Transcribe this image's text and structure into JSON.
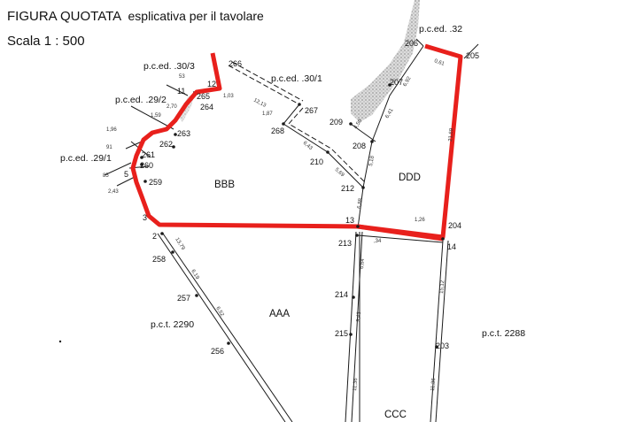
{
  "header": {
    "title_main": "FIGURA QUOTATA",
    "title_sub": "esplicativa per il tavolare",
    "scale": "Scala 1 : 500"
  },
  "parcels": {
    "ped_32": "p.c.ed. .32",
    "ped_30_3": "p.c.ed. .30/3",
    "ped_30_1": "p.c.ed. .30/1",
    "ped_29_2": "p.c.ed. .29/2",
    "ped_29_1": "p.c.ed. .29/1",
    "pct_2290": "p.c.t. 2290",
    "pct_2288": "p.c.t. 2288"
  },
  "zones": {
    "aaa": "AAA",
    "bbb": "BBB",
    "ccc": "CCC",
    "ddd": "DDD"
  },
  "points": {
    "p266": "266",
    "p12": "12",
    "p11": "11",
    "p265": "265",
    "p264": "264",
    "p263": "263",
    "p262": "262",
    "p261": "261",
    "p260": "260",
    "p5": "5",
    "p259": "259",
    "p3": "3",
    "p2": "2",
    "p258": "258",
    "p257": "257",
    "p256": "256",
    "p267": "267",
    "p268": "268",
    "p210": "210",
    "p212": "212",
    "p209": "209",
    "p208": "208",
    "p207": "207",
    "p206": "206",
    "p205": "205",
    "p13": "13",
    "p213": "213",
    "p204": "204",
    "p14": "14",
    "p214": "214",
    "p215": "215",
    "p203": "203"
  },
  "dimensions": {
    "d_053": "53",
    "d_103": "1,03",
    "d_270": "2,70",
    "d_159": "1,59",
    "d_196": "1,96",
    "d_91": "91",
    "d_85": "85",
    "d_243": "2,43",
    "d_1213": "12,13",
    "d_187": "1,87",
    "d_643": "6,43",
    "d_569": "5,69",
    "d_518": "5,18",
    "d_688": "6,88",
    "d_450": "4,50",
    "d_641": "6,41",
    "d_692": "6,92",
    "d_061": "0,61",
    "d_2169": "21,69",
    "d_126": "1,26",
    "d_34": ",34",
    "d_664": "6,64",
    "d_943": "9,43",
    "d_1136": "11,36",
    "d_1512": "15,12",
    "d_1136b": "11,36",
    "d_1379": "13,79",
    "d_619": "6,19",
    "d_652": "6,52"
  },
  "colors": {
    "boundary_red": "#e8201c",
    "line_black": "#1a1a1a",
    "hatch_gray": "#9c9c9c"
  }
}
